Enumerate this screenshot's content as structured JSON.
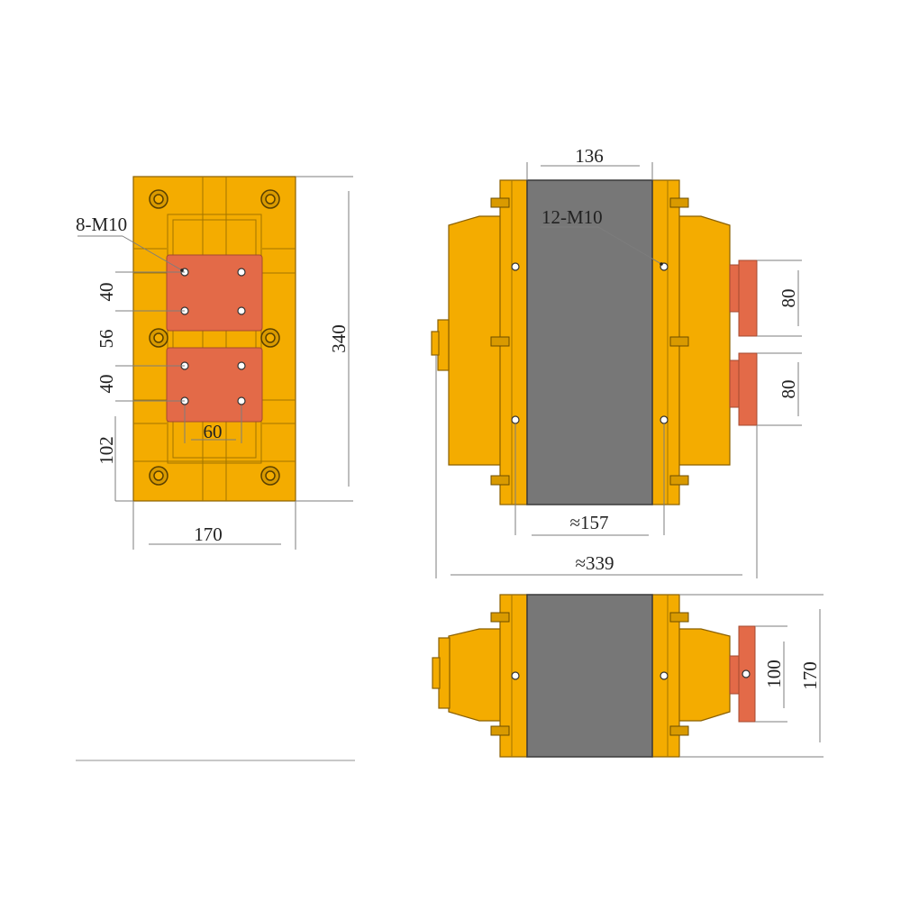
{
  "colors": {
    "frame": "#f4ac00",
    "frame_dark": "#d99a00",
    "copper": "#e36a48",
    "copper_dark": "#c75a3c",
    "core": "#777777",
    "dimension_line": "#7d7d7d"
  },
  "front_view": {
    "hole_callout": "8-M10",
    "dim_width": "170",
    "dim_height": "340",
    "dim_hole_pitch_top": "40",
    "dim_gap": "56",
    "dim_hole_pitch_bottom": "40",
    "dim_bottom_offset": "102",
    "dim_hole_spacing": "60"
  },
  "side_view": {
    "hole_callout": "12-M10",
    "dim_core_width": "136",
    "dim_approx_inner": "≈157",
    "dim_approx_overall": "≈339",
    "dim_terminal_top": "80",
    "dim_terminal_bottom": "80"
  },
  "top_view": {
    "dim_terminal": "100",
    "dim_height": "170"
  }
}
